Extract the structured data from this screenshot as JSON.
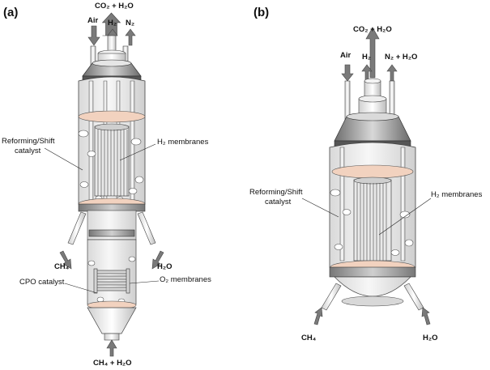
{
  "panels": {
    "a": {
      "letter": "(a)",
      "outlet_products": "CO₂ + H₂O",
      "inlet_air": "Air",
      "outlet_h2": "H₂",
      "outlet_n2": "N₂",
      "feed_ch4": "CH₄",
      "feed_h2o": "H₂O",
      "feed_bottom": "CH₄ + H₂O",
      "label_reforming_line1": "Reforming/Shift",
      "label_reforming_line2": "catalyst",
      "label_h2_membranes": "H₂ membranes",
      "label_cpo_catalyst": "CPO catalyst",
      "label_o2_membranes": "O₂ membranes"
    },
    "b": {
      "letter": "(b)",
      "outlet_products": "CO₂ + H₂O",
      "inlet_air": "Air",
      "outlet_h2": "H₂",
      "outlet_n2_h2o": "N₂ + H₂O",
      "feed_ch4": "CH₄",
      "feed_h2o": "H₂O",
      "label_reforming_line1": "Reforming/Shift",
      "label_reforming_line2": "catalyst",
      "label_h2_membranes": "H₂ membranes"
    }
  },
  "colors": {
    "arrow": "#7a7a7a",
    "catalyst_disc": "#f2d2bf",
    "vessel_glass": "#ededed",
    "outline": "#333333"
  }
}
